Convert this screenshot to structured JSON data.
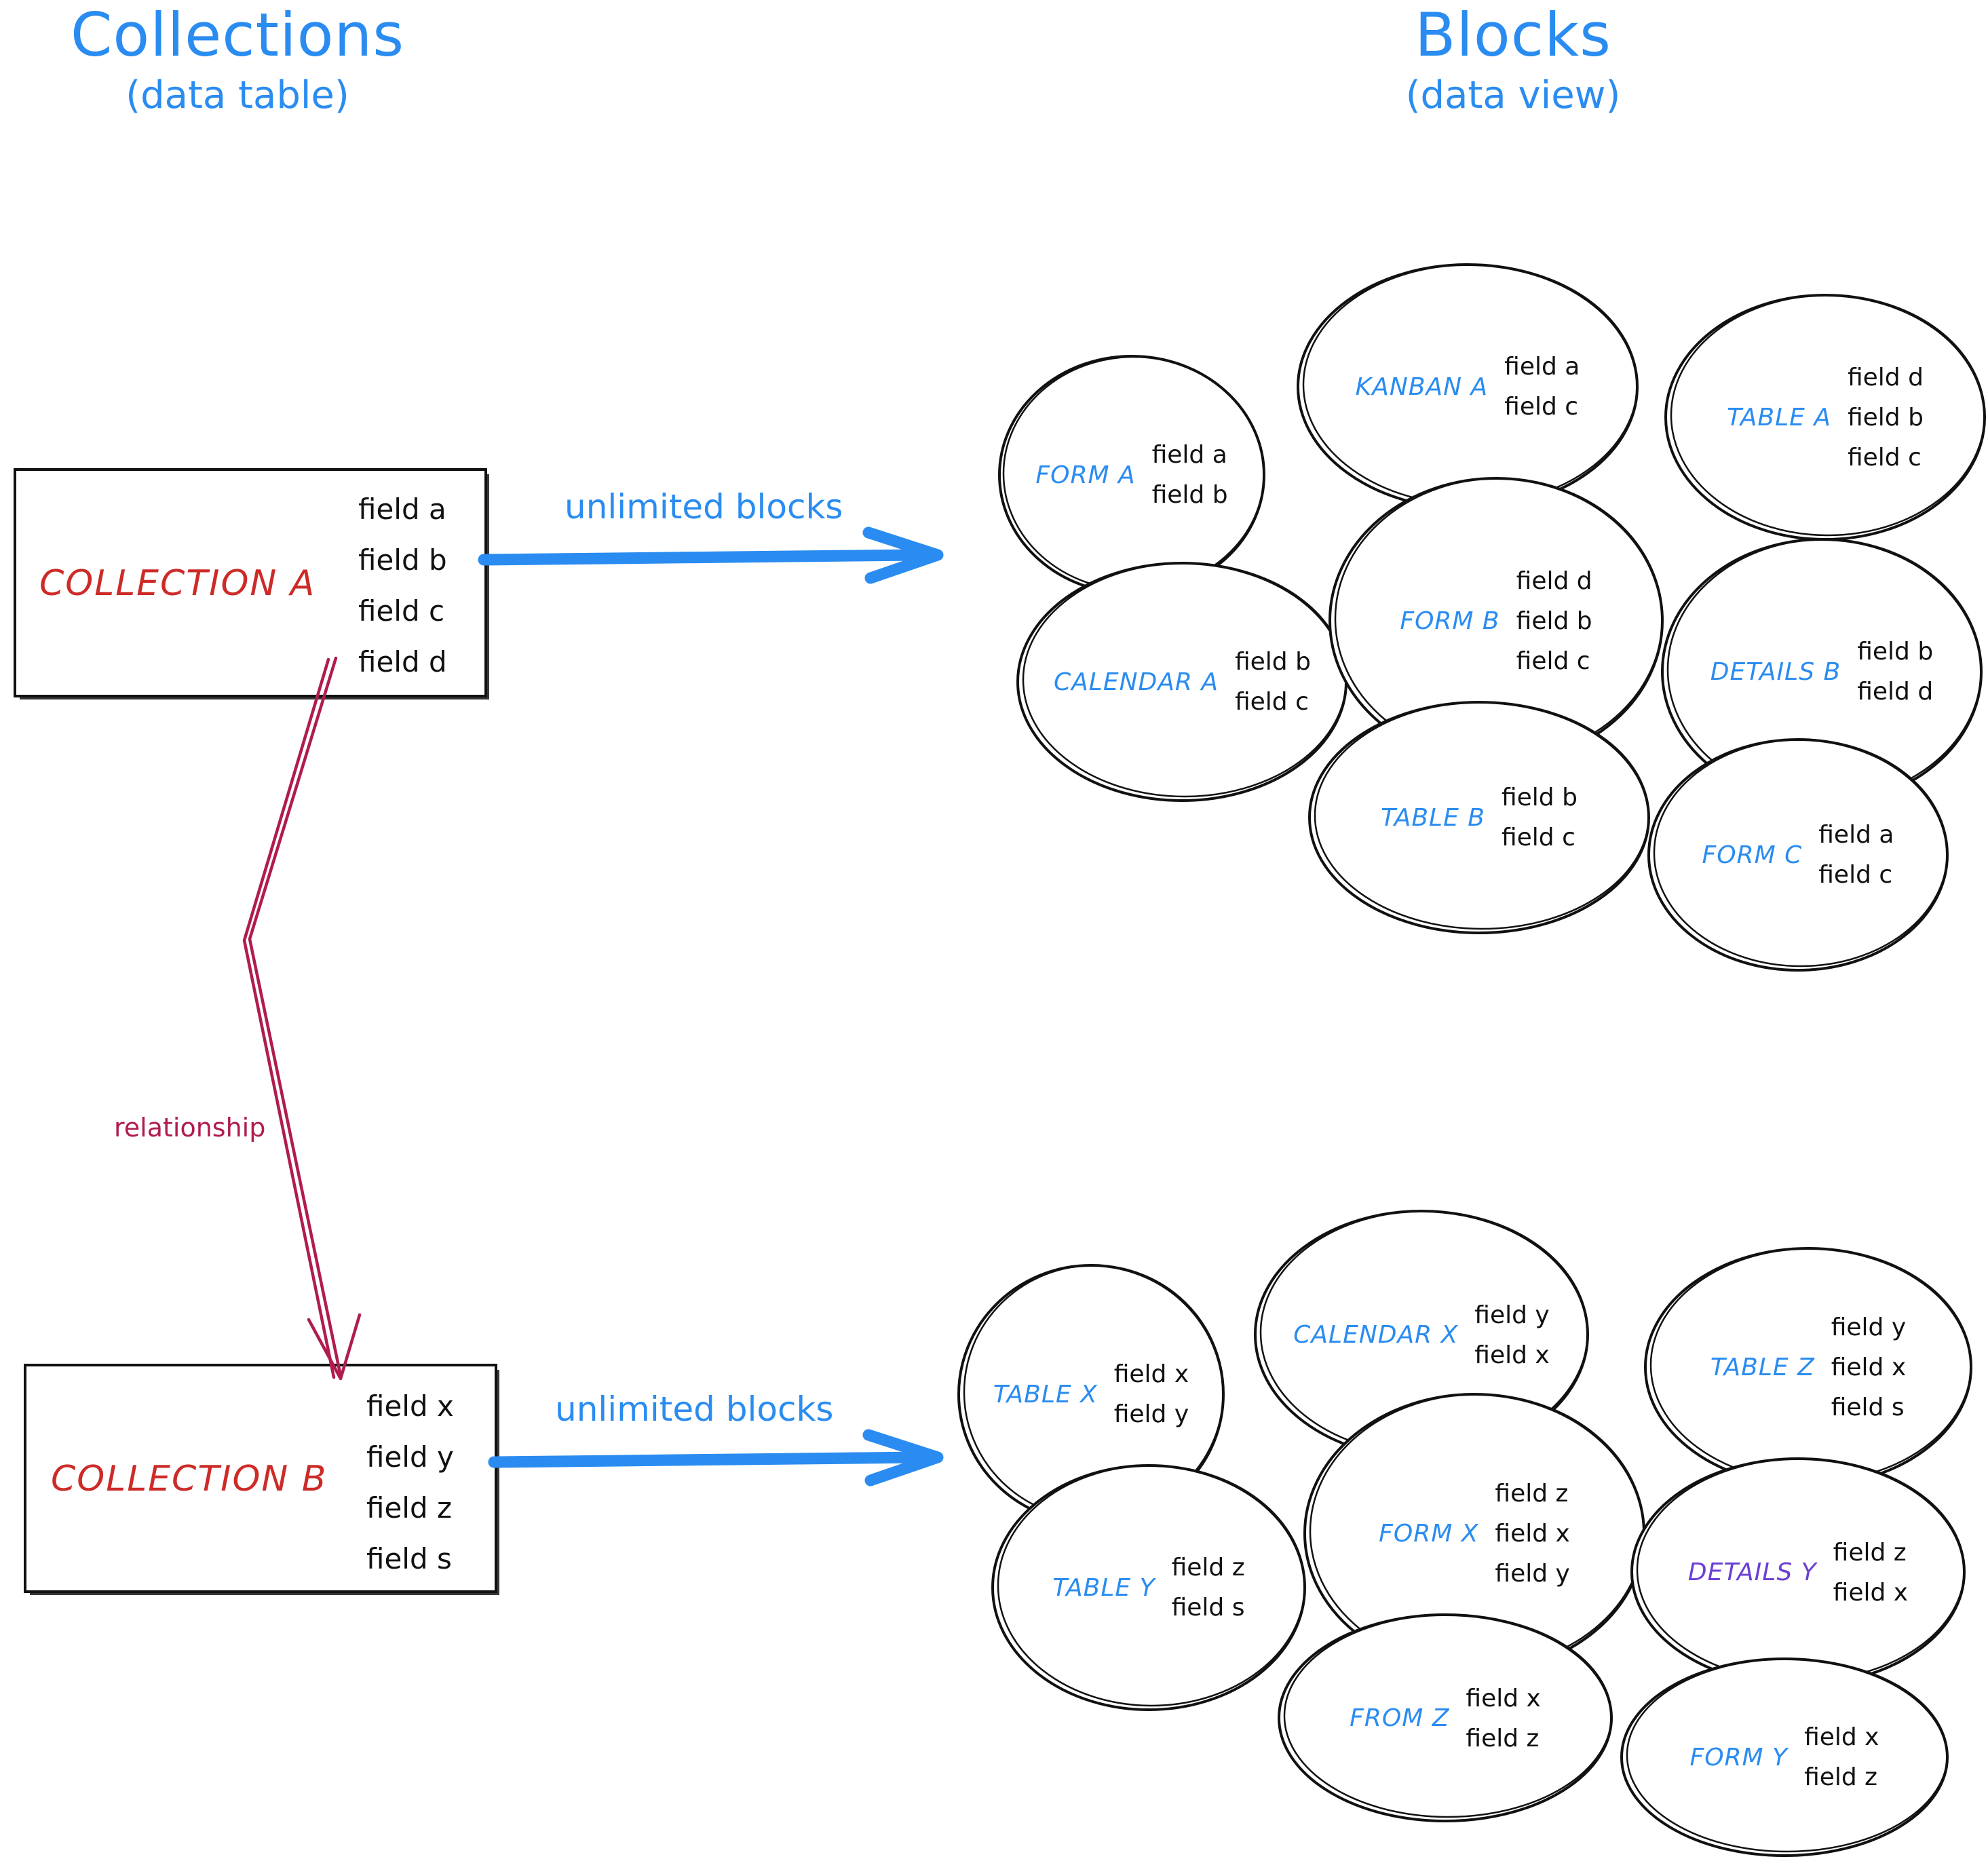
{
  "headers": {
    "left": {
      "main": "Collections",
      "sub": "(data table)"
    },
    "right": {
      "main": "Blocks",
      "sub": "(data view)"
    }
  },
  "colors": {
    "accent_blue": "#2a8cf0",
    "collection_red": "#cc2b28",
    "relationship_crimson": "#b01c50",
    "details_purple": "#6c3fd4",
    "stroke_black": "#111111"
  },
  "collections": [
    {
      "id": "collection-a",
      "name": "COLLECTION A",
      "fields": [
        "field a",
        "field b",
        "field c",
        "field d"
      ]
    },
    {
      "id": "collection-b",
      "name": "COLLECTION B",
      "fields": [
        "field x",
        "field y",
        "field z",
        "field s"
      ]
    }
  ],
  "arrows": {
    "top_label": "unlimited blocks",
    "bottom_label": "unlimited blocks",
    "relationship_label": "relationship"
  },
  "block_groups": [
    {
      "id": "group-a",
      "source": "COLLECTION A",
      "blocks": [
        {
          "label": "FORM A",
          "color": "blue",
          "fields": [
            "field a",
            "field b"
          ]
        },
        {
          "label": "KANBAN A",
          "color": "blue",
          "fields": [
            "field a",
            "field c"
          ]
        },
        {
          "label": "TABLE A",
          "color": "blue",
          "fields": [
            "field d",
            "field b",
            "field c"
          ]
        },
        {
          "label": "CALENDAR A",
          "color": "blue",
          "fields": [
            "field b",
            "field c"
          ]
        },
        {
          "label": "FORM B",
          "color": "blue",
          "fields": [
            "field d",
            "field b",
            "field c"
          ]
        },
        {
          "label": "DETAILS B",
          "color": "blue",
          "fields": [
            "field b",
            "field d"
          ]
        },
        {
          "label": "TABLE B",
          "color": "blue",
          "fields": [
            "field b",
            "field c"
          ]
        },
        {
          "label": "FORM C",
          "color": "blue",
          "fields": [
            "field a",
            "field c"
          ]
        }
      ]
    },
    {
      "id": "group-b",
      "source": "COLLECTION B",
      "blocks": [
        {
          "label": "TABLE X",
          "color": "blue",
          "fields": [
            "field x",
            "field y"
          ]
        },
        {
          "label": "CALENDAR X",
          "color": "blue",
          "fields": [
            "field y",
            "field x"
          ]
        },
        {
          "label": "TABLE Z",
          "color": "blue",
          "fields": [
            "field y",
            "field x",
            "field s"
          ]
        },
        {
          "label": "TABLE Y",
          "color": "blue",
          "fields": [
            "field z",
            "field s"
          ]
        },
        {
          "label": "FORM X",
          "color": "blue",
          "fields": [
            "field z",
            "field x",
            "field y"
          ]
        },
        {
          "label": "DETAILS Y",
          "color": "purple",
          "fields": [
            "field z",
            "field x"
          ]
        },
        {
          "label": "FROM Z",
          "color": "blue",
          "fields": [
            "field x",
            "field z"
          ]
        },
        {
          "label": "FORM Y",
          "color": "blue",
          "fields": [
            "field x",
            "field z"
          ]
        }
      ]
    }
  ]
}
